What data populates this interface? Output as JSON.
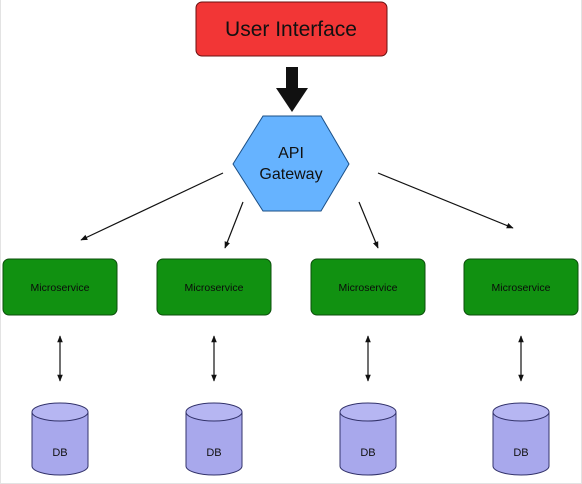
{
  "user_interface": {
    "label": "User Interface"
  },
  "api_gateway": {
    "line1": "API",
    "line2": "Gateway"
  },
  "microservices": [
    {
      "label": "Microservice"
    },
    {
      "label": "Microservice"
    },
    {
      "label": "Microservice"
    },
    {
      "label": "Microservice"
    }
  ],
  "databases": [
    {
      "label": "DB"
    },
    {
      "label": "DB"
    },
    {
      "label": "DB"
    },
    {
      "label": "DB"
    }
  ],
  "colors": {
    "user_interface_fill": "#f23636",
    "api_gateway_fill": "#66b3ff",
    "microservice_fill": "#119111",
    "db_fill": "#a8a8ec",
    "line": "#111111"
  }
}
